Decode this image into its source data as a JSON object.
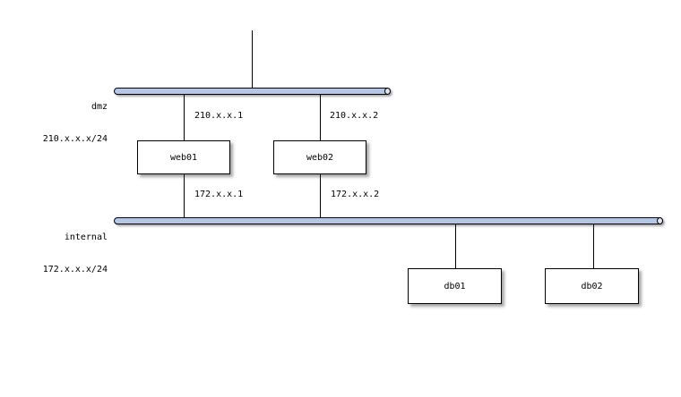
{
  "diagram": {
    "type": "network-topology",
    "networks": [
      {
        "name": "dmz",
        "cidr": "210.x.x.x/24"
      },
      {
        "name": "internal",
        "cidr": "172.x.x.x/24"
      }
    ],
    "nodes": [
      {
        "label": "web01"
      },
      {
        "label": "web02"
      },
      {
        "label": "db01"
      },
      {
        "label": "db02"
      }
    ],
    "links": [
      {
        "node": "web01",
        "network": "dmz",
        "ip": "210.x.x.1"
      },
      {
        "node": "web02",
        "network": "dmz",
        "ip": "210.x.x.2"
      },
      {
        "node": "web01",
        "network": "internal",
        "ip": "172.x.x.1"
      },
      {
        "node": "web02",
        "network": "internal",
        "ip": "172.x.x.2"
      },
      {
        "node": "db01",
        "network": "internal",
        "ip": ""
      },
      {
        "node": "db02",
        "network": "internal",
        "ip": ""
      }
    ],
    "colors": {
      "background": "#ffffff",
      "bus_fill": "#b4c7e7",
      "bus_cap_fill": "#dde5f3",
      "node_fill": "#ffffff",
      "line": "#000000",
      "text": "#000000"
    }
  }
}
